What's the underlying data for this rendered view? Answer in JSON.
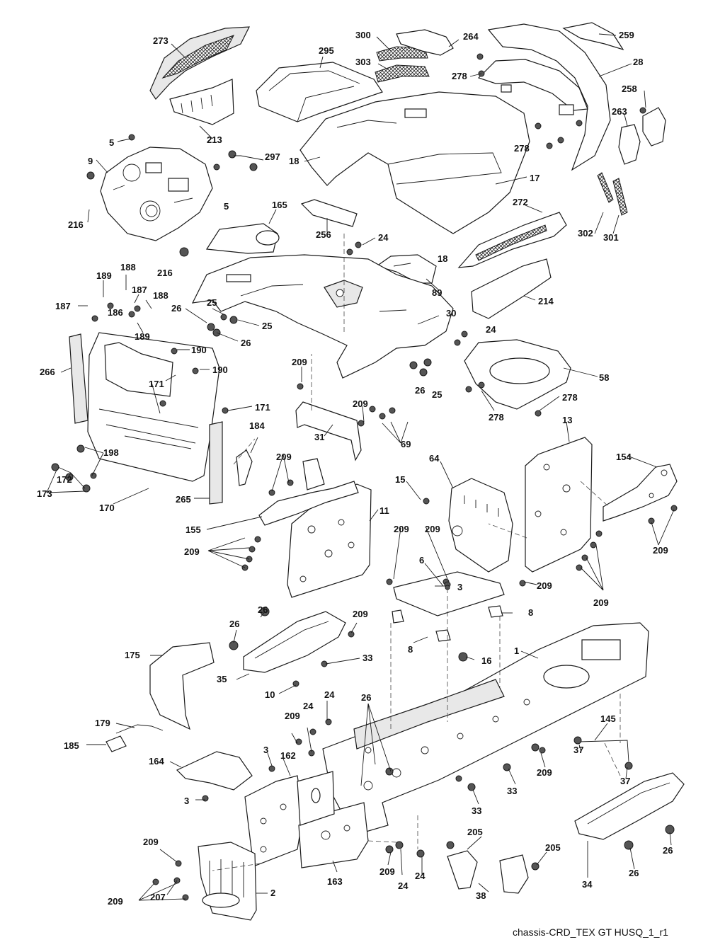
{
  "caption": "chassis-CRD_TEX GT HUSQ_1_r1",
  "callouts": [
    "273",
    "300",
    "295",
    "264",
    "259",
    "278",
    "28",
    "303",
    "258",
    "213",
    "263",
    "5",
    "297",
    "9",
    "18",
    "17",
    "216",
    "256",
    "272",
    "302",
    "301",
    "165",
    "24",
    "89",
    "214",
    "189",
    "188",
    "187",
    "186",
    "26",
    "25",
    "30",
    "266",
    "190",
    "171",
    "58",
    "209",
    "31",
    "69",
    "184",
    "198",
    "172",
    "173",
    "170",
    "265",
    "155",
    "11",
    "64",
    "15",
    "13",
    "154",
    "6",
    "3",
    "8",
    "175",
    "33",
    "35",
    "10",
    "16",
    "1",
    "179",
    "185",
    "164",
    "162",
    "145",
    "37",
    "163",
    "205",
    "38",
    "34",
    "2",
    "207"
  ]
}
